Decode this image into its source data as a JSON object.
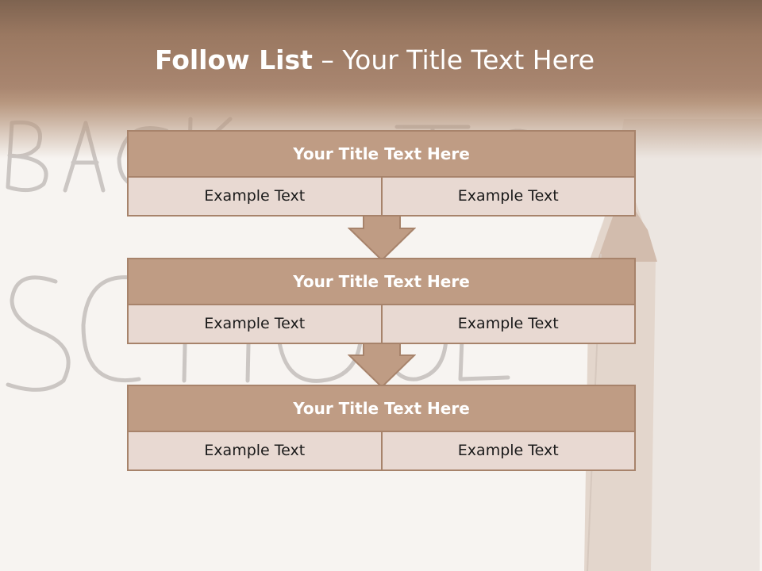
{
  "title": {
    "bold": "Follow List",
    "rest": "  – Your Title Text Here"
  },
  "blocks": [
    {
      "title": "Your Title Text Here",
      "cells": [
        "Example Text",
        "Example Text"
      ]
    },
    {
      "title": "Your Title Text Here",
      "cells": [
        "Example Text",
        "Example Text"
      ]
    },
    {
      "title": "Your Title Text Here",
      "cells": [
        "Example Text",
        "Example Text"
      ]
    }
  ],
  "colors": {
    "accent": "#bf9c84",
    "border": "#a7836b",
    "cell_bg": "#e8d9d2",
    "header_band": "#9a7861"
  }
}
